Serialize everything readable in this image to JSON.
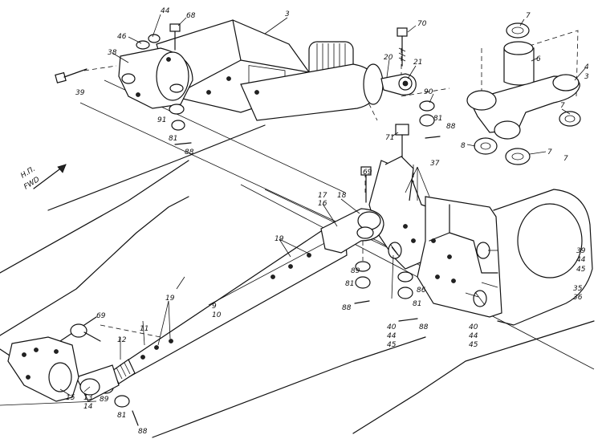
{
  "direction_note": {
    "line1": "Н.П.",
    "line2": "FWD"
  },
  "callouts": {
    "c3": "3",
    "c4": "4",
    "c3b": "3",
    "c6": "6",
    "c7a": "7",
    "c7b": "7",
    "c7c": "7",
    "c7d": "7",
    "c8": "8",
    "c9": "9",
    "c10": "10",
    "c11": "11",
    "c12": "12",
    "c13": "13",
    "c14": "14",
    "c15": "15",
    "c16": "16",
    "c17": "17",
    "c18": "18",
    "c19a": "19",
    "c19b": "19",
    "c20": "20",
    "c21": "21",
    "c35": "35",
    "c36": "36",
    "c37": "37",
    "c38": "38",
    "c39a": "39",
    "c39b": "39",
    "c40a": "40",
    "c40b": "40",
    "c44a": "44",
    "c44b": "44",
    "c44c": "44",
    "c44d": "44",
    "c45a": "45",
    "c45b": "45",
    "c45c": "45",
    "c46": "46",
    "c68": "68",
    "c69a": "69",
    "c69b": "69",
    "c70": "70",
    "c71": "71",
    "c81a": "81",
    "c81b": "81",
    "c81c": "81",
    "c81d": "81",
    "c81e": "81",
    "c86": "86",
    "c88a": "88",
    "c88b": "88",
    "c88c": "88",
    "c88d": "88",
    "c88e": "88",
    "c89a": "89",
    "c89b": "89",
    "c90": "90",
    "c91": "91"
  }
}
